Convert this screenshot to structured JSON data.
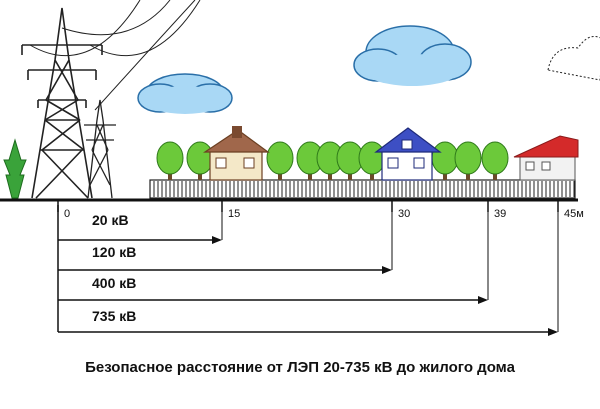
{
  "caption": "Безопасное расстояние от ЛЭП 20-735 кВ до жилого дома",
  "colors": {
    "ground": "#111111",
    "sky_cloud": "#a9d8f5",
    "tree_green": "#5cbf2a",
    "house_blue": "#3d4fc4",
    "house_brown": "#a0674b",
    "roof_red": "#d42a2a"
  },
  "axis": {
    "unit": "м",
    "ticks": [
      {
        "label": "0",
        "value": 0
      },
      {
        "label": "15",
        "value": 15
      },
      {
        "label": "30",
        "value": 30
      },
      {
        "label": "39",
        "value": 39
      },
      {
        "label": "45м",
        "value": 45
      }
    ]
  },
  "distances": [
    {
      "label": "20 кВ",
      "meters": 15
    },
    {
      "label": "120 кВ",
      "meters": 30
    },
    {
      "label": "400 кВ",
      "meters": 39
    },
    {
      "label": "735 кВ",
      "meters": 45
    }
  ]
}
